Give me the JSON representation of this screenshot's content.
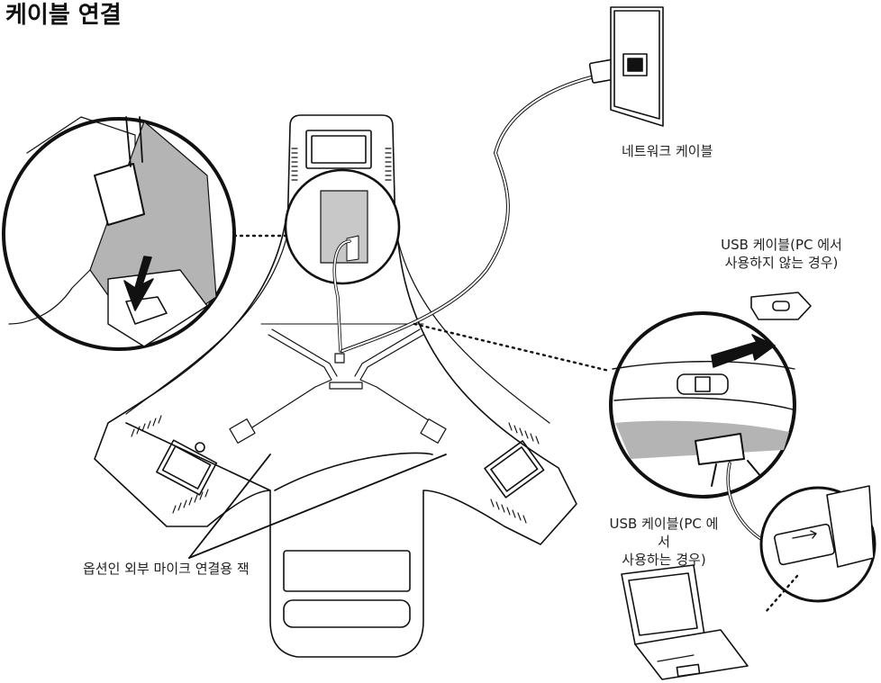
{
  "title": "케이블 연결",
  "labels": {
    "network_cable": "네트워크 케이블",
    "usb_cable_no_pc_line1": "USB 케이블(PC 에서",
    "usb_cable_no_pc_line2": "사용하지 않는 경우)",
    "usb_cable_pc_line1": "USB 케이블(PC 에서",
    "usb_cable_pc_line2": "사용하는 경우)",
    "ext_mic_jack": "옵션인 외부 마이크 연결용 잭"
  }
}
